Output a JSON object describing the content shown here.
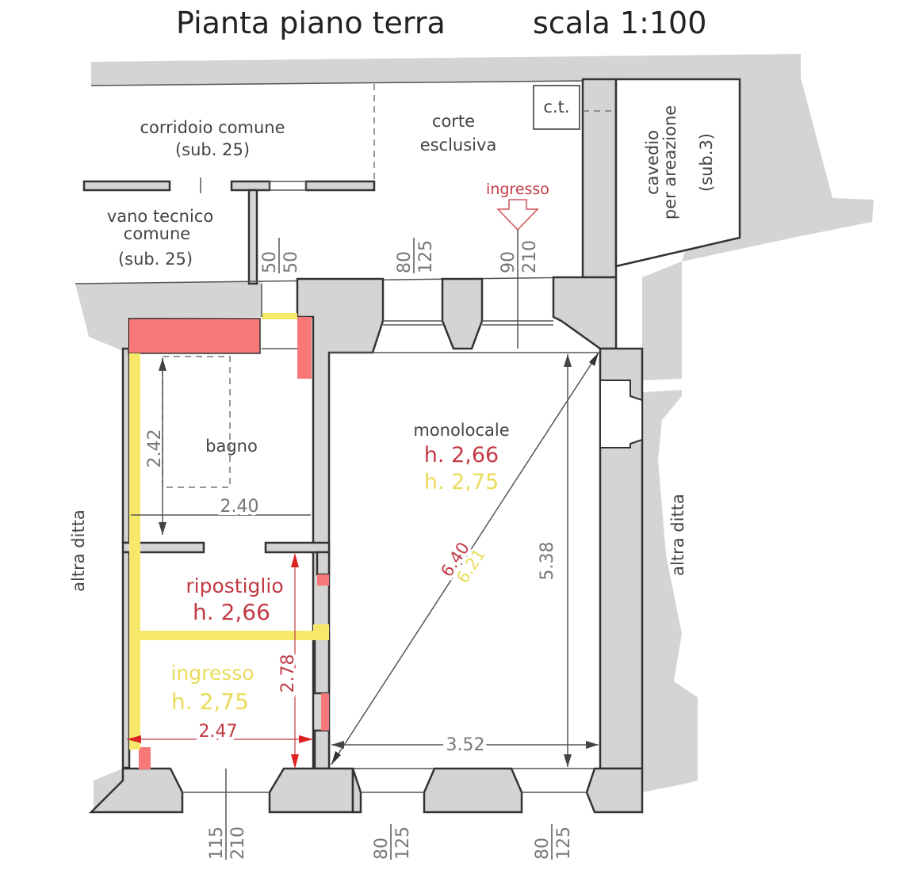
{
  "title": "Pianta piano terra",
  "scale": "scala 1:100",
  "rooms": {
    "corridoio": {
      "name": "corridoio comune",
      "sub": "(sub. 25)"
    },
    "vano": {
      "name1": "vano tecnico",
      "name2": "comune",
      "sub": "(sub. 25)"
    },
    "corte": {
      "name1": "corte",
      "name2": "esclusiva"
    },
    "ct": "c.t.",
    "cavedio": {
      "name1": "cavedio",
      "name2": "per areazione",
      "sub": "(sub.3)"
    },
    "ingresso_ext": "ingresso",
    "bagno": "bagno",
    "monolocale": {
      "name": "monolocale",
      "h_red": "h. 2,66",
      "h_yellow": "h. 2,75"
    },
    "ripostiglio": {
      "name": "ripostiglio",
      "h": "h. 2,66"
    },
    "ingresso": {
      "name": "ingresso",
      "h": "h. 2,75"
    },
    "altra_ditta_left": "altra ditta",
    "altra_ditta_right": "altra ditta"
  },
  "dimensions": {
    "bagno_h": "2.42",
    "bagno_w": "2.40",
    "ingresso_h": "2.78",
    "ingresso_w": "2.47",
    "diag_red": "6.40",
    "diag_yellow": "6.21",
    "mono_h": "5.38",
    "mono_w": "3.52"
  },
  "openings": [
    {
      "top": "50",
      "bottom": "50"
    },
    {
      "top": "80",
      "bottom": "125"
    },
    {
      "top": "90",
      "bottom": "210"
    },
    {
      "top": "115",
      "bottom": "210"
    },
    {
      "top": "80",
      "bottom": "125"
    },
    {
      "top": "80",
      "bottom": "125"
    }
  ],
  "colors": {
    "demolition": "#f87878",
    "new": "#f7e86a",
    "wall": "#d4d4d4"
  }
}
